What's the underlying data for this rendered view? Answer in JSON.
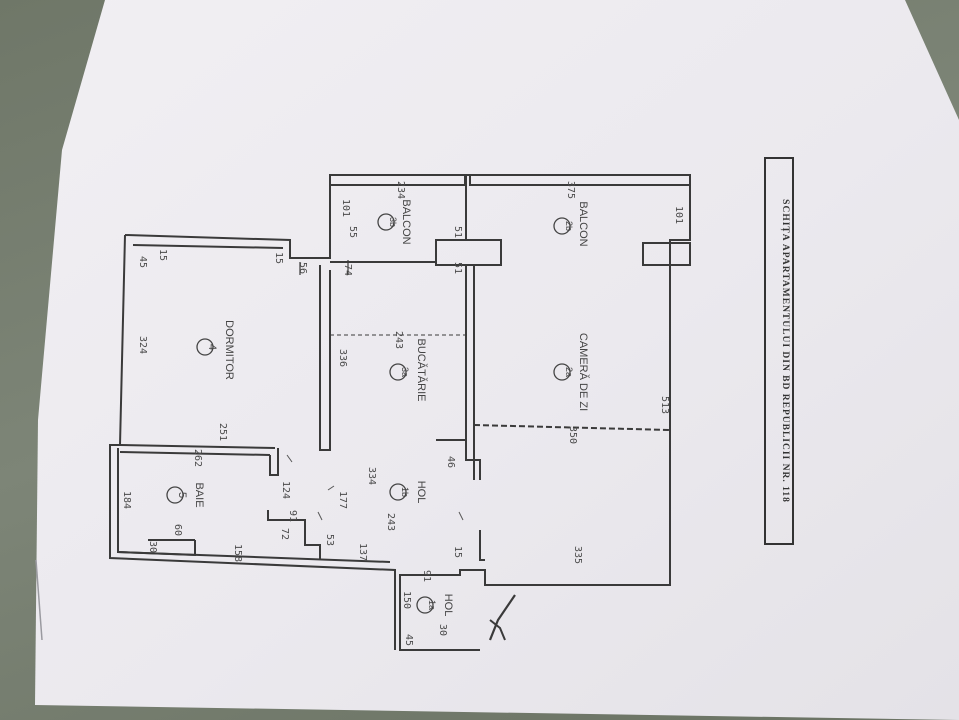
{
  "title": "SCHIȚA APARTAMENTULUI DIN BD REPUBLICII NR. 118",
  "rooms": {
    "r1a": {
      "num": "1a",
      "name": "HOL"
    },
    "r1b": {
      "num": "1b",
      "name": "HOL"
    },
    "r2a": {
      "num": "2a",
      "name": "CAMERĂ DE ZI"
    },
    "r2b": {
      "num": "2b",
      "name": "BALCON"
    },
    "r3a": {
      "num": "3a",
      "name": "BUCĂTĂRIE"
    },
    "r3b": {
      "num": "3b",
      "name": "BALCON"
    },
    "r4": {
      "num": "4",
      "name": "DORMITOR"
    },
    "r5": {
      "num": "5",
      "name": "BAIE"
    }
  },
  "dims": {
    "d324": "324",
    "d336": "336",
    "d251": "251",
    "d262": "262",
    "d184": "184",
    "d124": "124",
    "d91a": "91",
    "d72": "72",
    "d60": "60",
    "d30": "30",
    "d158": "158",
    "d53": "53",
    "d137": "137",
    "d177": "177",
    "d334": "334",
    "d243a": "243",
    "d243b": "243",
    "d46": "46",
    "d350": "350",
    "d513": "513",
    "d335": "335",
    "d15a": "15",
    "d91b": "91",
    "d150": "150",
    "d45a": "45",
    "d30b": "30",
    "d51a": "51",
    "d51b": "51",
    "d55": "55",
    "d101a": "101",
    "d101b": "101",
    "d234": "234",
    "d375": "375",
    "d45b": "45",
    "d15b": "15",
    "d15c": "15",
    "d56": "56",
    "d74": "74"
  }
}
